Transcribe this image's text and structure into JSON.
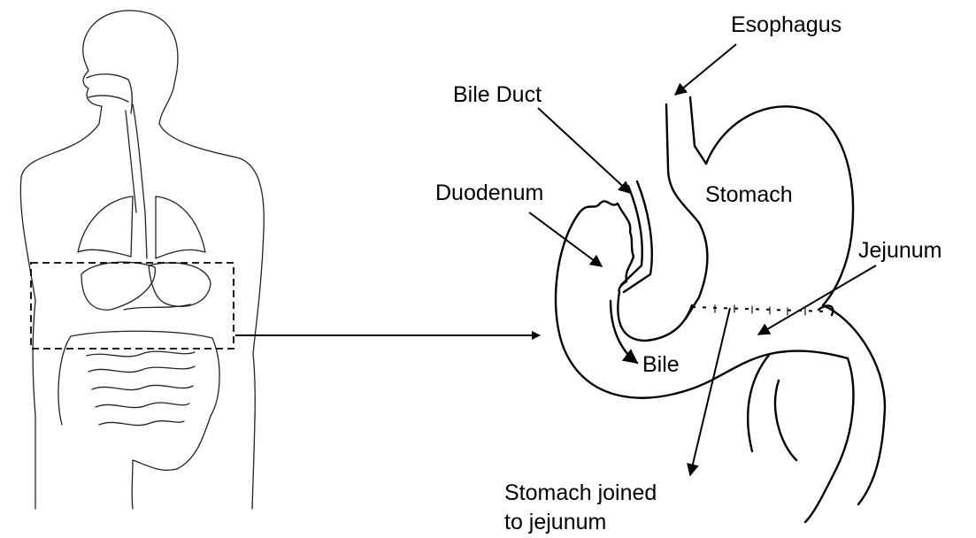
{
  "labels": {
    "esophagus": "Esophagus",
    "bile_duct": "Bile Duct",
    "duodenum": "Duodenum",
    "stomach": "Stomach",
    "jejunum": "Jejunum",
    "bile": "Bile",
    "stomach_joined_line1": "Stomach joined",
    "stomach_joined_line2": "to jejunum"
  },
  "colors": {
    "ink": "#000000",
    "background": "#ffffff"
  }
}
